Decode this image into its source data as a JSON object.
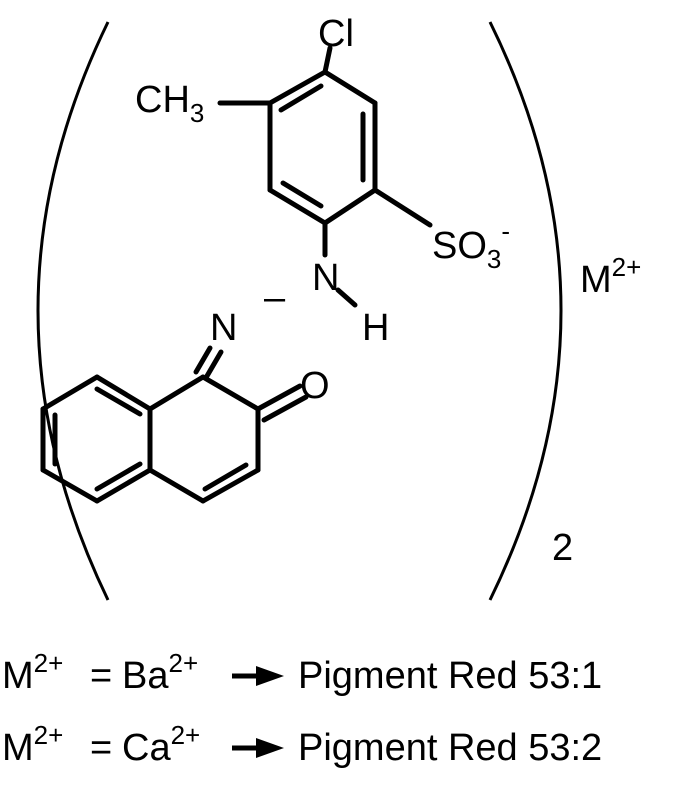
{
  "molecule": {
    "chloro": "Cl",
    "methyl_base": "CH",
    "methyl_sub": "3",
    "sulfonate_base": "SO",
    "sulfonate_sub": "3",
    "sulfonate_charge": "-",
    "amine_n": "N",
    "amine_h": "H",
    "imine_n": "N",
    "carbonyl_o": "O",
    "bond_dash": "–"
  },
  "counterion": {
    "base": "M",
    "charge": "2+"
  },
  "stoichiometry": "2",
  "legend": [
    {
      "metal_base": "M",
      "metal_charge": "2+",
      "equals": "=",
      "ion_base": "Ba",
      "ion_charge": "2+",
      "product": "Pigment Red 53:1"
    },
    {
      "metal_base": "M",
      "metal_charge": "2+",
      "equals": "=",
      "ion_base": "Ca",
      "ion_charge": "2+",
      "product": "Pigment Red 53:2"
    }
  ]
}
